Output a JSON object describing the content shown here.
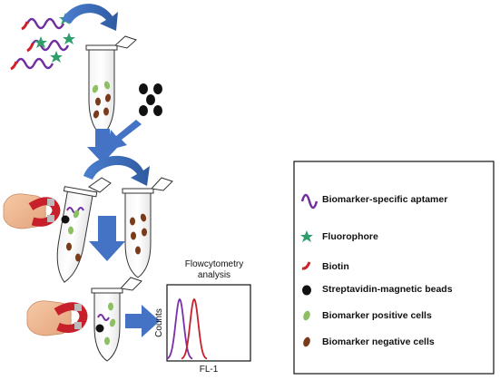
{
  "flow": {
    "flowcytometry_line1": "Flowcytometry",
    "flowcytometry_line2": "analysis"
  },
  "histogram": {
    "y_label": "Counts",
    "x_label": "FL-1",
    "colors": {
      "purple": "#7b2fa8",
      "red": "#c8202a"
    }
  },
  "legend": {
    "items": [
      {
        "label": "Biomarker-specific aptamer",
        "icon": "aptamer-icon"
      },
      {
        "label": "Fluorophore",
        "icon": "fluorophore-star-icon"
      },
      {
        "label": "Biotin",
        "icon": "biotin-icon"
      },
      {
        "label": "Streptavidin-magnetic beads",
        "icon": "magnetic-bead-icon"
      },
      {
        "label": "Biomarker positive cells",
        "icon": "positive-cell-icon"
      },
      {
        "label": "Biomarker negative cells",
        "icon": "negative-cell-icon"
      }
    ]
  },
  "colors": {
    "arrow_blue": "#4472c4",
    "arrow_blue_dark": "#2f5597",
    "aptamer_purple": "#7030a0",
    "fluorophore_green": "#2e9e6b",
    "biotin_red": "#d0202a",
    "positive_cell_green": "#8cc063",
    "negative_cell_brown": "#7a3b1b"
  }
}
